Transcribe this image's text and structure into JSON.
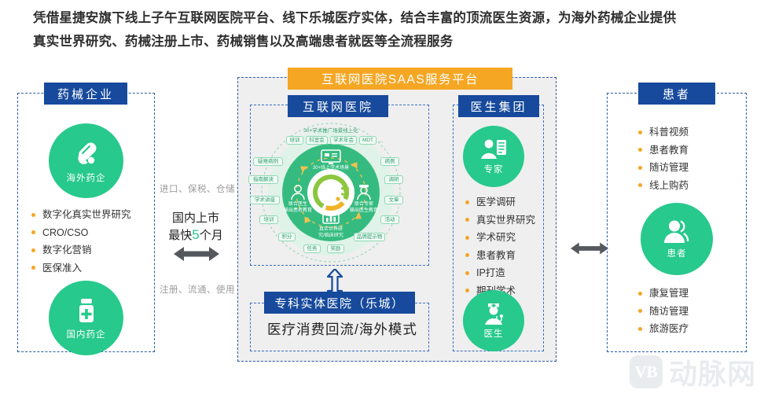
{
  "headline": {
    "line1": "凭借星捷安旗下线上子午互联网医院平台、线下乐城医疗实体，结合丰富的顶流医生资源，为海外药械企业提供",
    "line2": "真实世界研究、药械注册上市、药械销售以及高端患者就医等全流程服务"
  },
  "colors": {
    "blue": "#174a9c",
    "orange": "#f5a623",
    "green": "#27c98c",
    "gray_panel": "#efefef",
    "dashed": "#2b5ba8"
  },
  "left_column": {
    "title": "药械企业",
    "circle_top": {
      "label": "海外药企",
      "icon": "capsule-icon"
    },
    "circle_bottom": {
      "label": "国内药企",
      "icon": "medicine-bottle-icon"
    },
    "bullets": [
      "数字化真实世界研究",
      "CRO/CSO",
      "数字化营销",
      "医保准入"
    ]
  },
  "connector_left": {
    "top_label": "进口、保税、仓储",
    "main_line1": "国内上市",
    "main_line2_prefix": "最快",
    "main_line2_highlight": "5",
    "main_line2_suffix": "个月",
    "bottom_label": "注册、流通、使用",
    "arrow": "double-arrow-horizontal"
  },
  "platform": {
    "title": "互联网医院SAAS服务平台",
    "hospital": {
      "title": "互联网医院",
      "arrow": "double-arrow-vertical"
    },
    "entity_hospital": {
      "title": "专科实体医院（乐城）",
      "caption": "医疗消费回流/海外模式"
    },
    "doctor_group": {
      "title": "医生集团",
      "circle_top": {
        "label": "专家",
        "icon": "expert-card-icon"
      },
      "circle_bottom": {
        "label": "医生",
        "icon": "doctor-icon"
      },
      "bullets": [
        "医学调研",
        "真实世界研究",
        "学术研究",
        "患者教育",
        "IP打造",
        "期刊学术"
      ]
    }
  },
  "infographic": {
    "top_title": "30+学术推广场景线上化",
    "top_tags": [
      "培训",
      "科室会",
      "学术年会",
      "MDT",
      "…"
    ],
    "left_tags": [
      "疑难病例",
      "指南解读",
      "学术讲座",
      "培训"
    ],
    "right_tags": [
      "病例",
      "调研",
      "文章",
      "活动"
    ],
    "bottom_tags": [
      "积分",
      "任务",
      "奖励",
      "品牌提示物"
    ],
    "inner_top": "30+线上学术场景",
    "inner_left_line1": "联合医生",
    "inner_left_line2": "输出患者教育",
    "inner_right_line1": "联合专家",
    "inner_right_line2": "输出医生教育",
    "inner_bottom_line1": "真实世界研",
    "inner_bottom_line2": "究/临床研究",
    "icon_top": "monitor-icon",
    "icon_left": "doctor-head-icon",
    "icon_right": "expert-head-icon",
    "icon_bottom": "chart-icon"
  },
  "connector_right": {
    "arrow": "double-arrow-horizontal"
  },
  "patient_column": {
    "title": "患者",
    "bullets_top": [
      "科普视频",
      "患者教育",
      "随访管理",
      "线上购药"
    ],
    "circle": {
      "label": "患者",
      "icon": "people-icon"
    },
    "bullets_bottom": [
      "康复管理",
      "随访管理",
      "旅游医疗"
    ]
  },
  "watermark": {
    "badge": "VB",
    "text": "动脉网"
  }
}
